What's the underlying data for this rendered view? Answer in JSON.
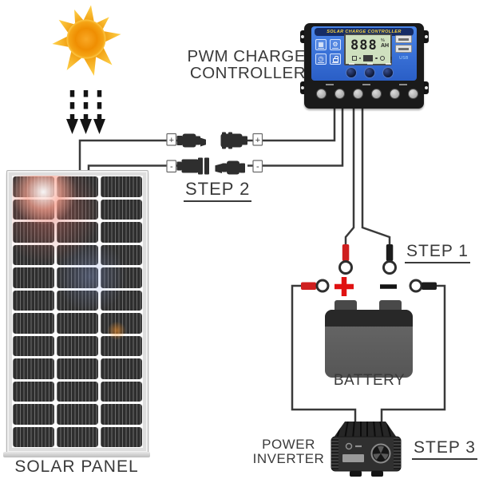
{
  "labels": {
    "pwm": {
      "line1": "PWM CHARGE",
      "line2": "CONTROLLER"
    },
    "step1": "STEP 1",
    "step2": "STEP 2",
    "step3": "STEP 3",
    "solar_panel": "SOLAR PANEL",
    "battery": "BATTERY",
    "inverter_line1": "POWER",
    "inverter_line2": "INVERTER"
  },
  "controller": {
    "banner": "SOLAR CHARGE CONTROLLER",
    "display_value": "888",
    "unit_top": "%",
    "unit_bottom": "AH",
    "usb_label": "USB",
    "terminal_count": 6,
    "button_count": 3
  },
  "connectors": {
    "tag_top_left": "+",
    "tag_top_right": "+",
    "tag_bottom_left": "-",
    "tag_bottom_right": "-"
  },
  "battery_terminals": {
    "plus": "+",
    "minus": "−"
  },
  "solar_panel": {
    "rows": 12,
    "cols": 3
  },
  "colors": {
    "wire": "#3a3a3a",
    "accent_red": "#d81e1e",
    "controller_blue": "#2f6cd0",
    "banner_blue": "#152c66",
    "lcd_green": "#cfe0bf",
    "sun_orange": "#f08d05",
    "text": "#3a3a3a"
  }
}
